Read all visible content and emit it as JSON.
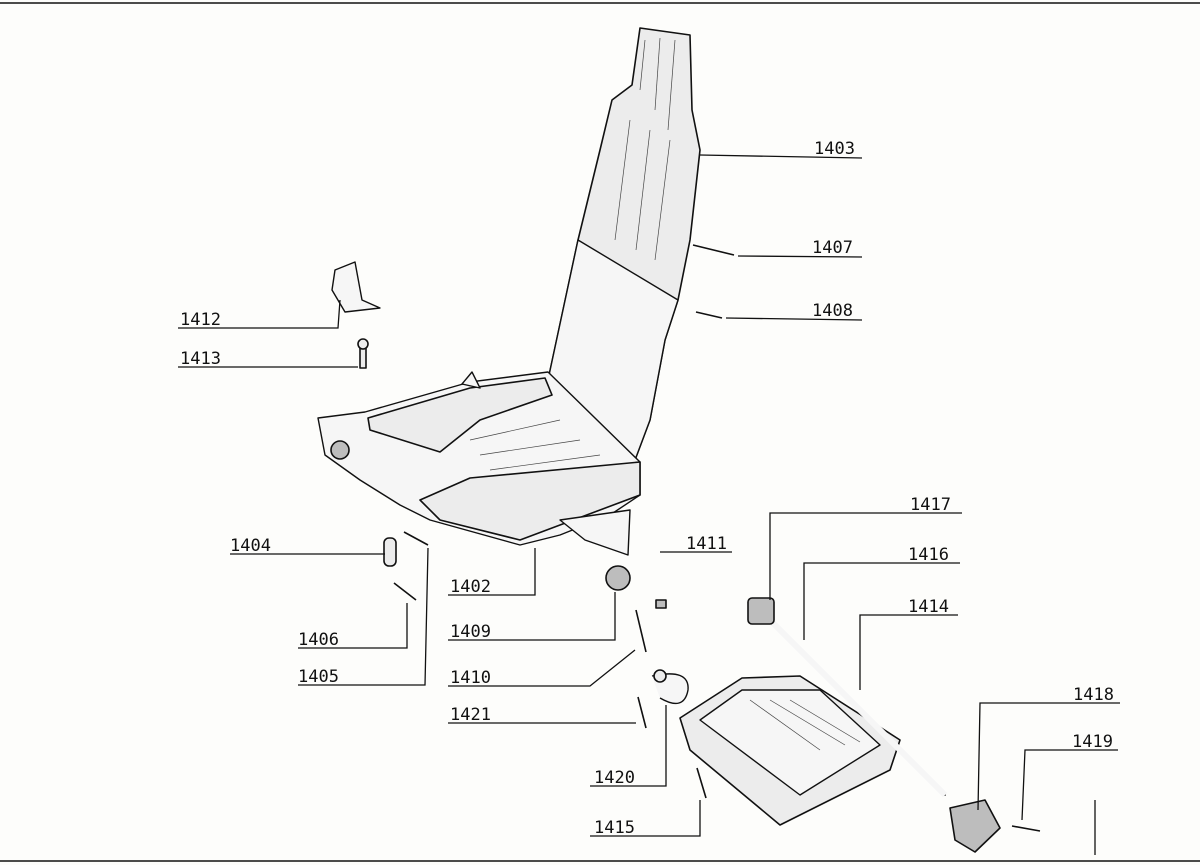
{
  "diagram": {
    "part_numbers": {
      "p1402": "1402",
      "p1403": "1403",
      "p1404": "1404",
      "p1405": "1405",
      "p1406": "1406",
      "p1407": "1407",
      "p1408": "1408",
      "p1409": "1409",
      "p1410": "1410",
      "p1411": "1411",
      "p1412": "1412",
      "p1413": "1413",
      "p1414": "1414",
      "p1415": "1415",
      "p1416": "1416",
      "p1417": "1417",
      "p1418": "1418",
      "p1419": "1419",
      "p1420": "1420",
      "p1421": "1421"
    }
  }
}
